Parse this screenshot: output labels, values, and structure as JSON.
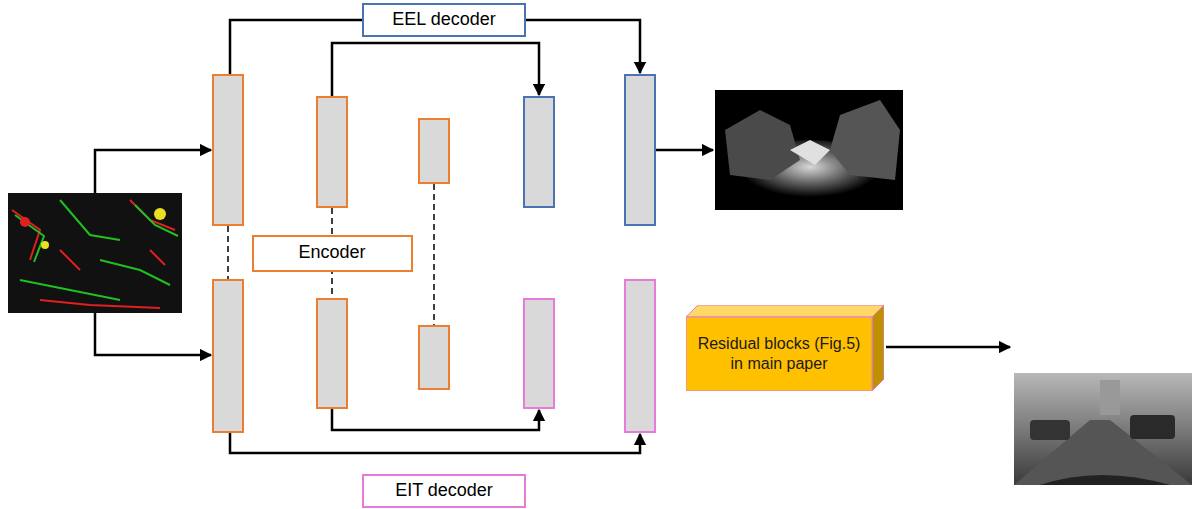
{
  "diagram": {
    "nodes": [
      {
        "text": [
          "EEL decoder"
        ]
      },
      {
        "text": [
          "Encoder"
        ]
      },
      {
        "text": [
          "Residual blocks (Fig.5) in main paper"
        ]
      },
      {
        "text": [
          "EIT decoder"
        ]
      }
    ]
  }
}
